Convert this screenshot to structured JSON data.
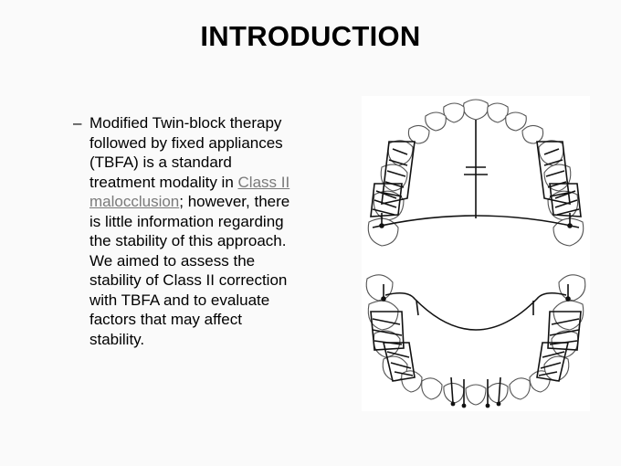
{
  "slide": {
    "title": "INTRODUCTION",
    "bullet_marker": "–",
    "paragraph": {
      "text_before_link": "Modified Twin-block therapy followed by fixed appliances (TBFA) is a standard treatment modality in ",
      "link_text": "Class II malocclusion",
      "text_after_link": "; however, there is little information regarding the stability of this approach. We aimed to assess the stability of Class II correction with TBFA and to evaluate factors that may affect stability."
    },
    "link_color": "#7a7a7a"
  }
}
